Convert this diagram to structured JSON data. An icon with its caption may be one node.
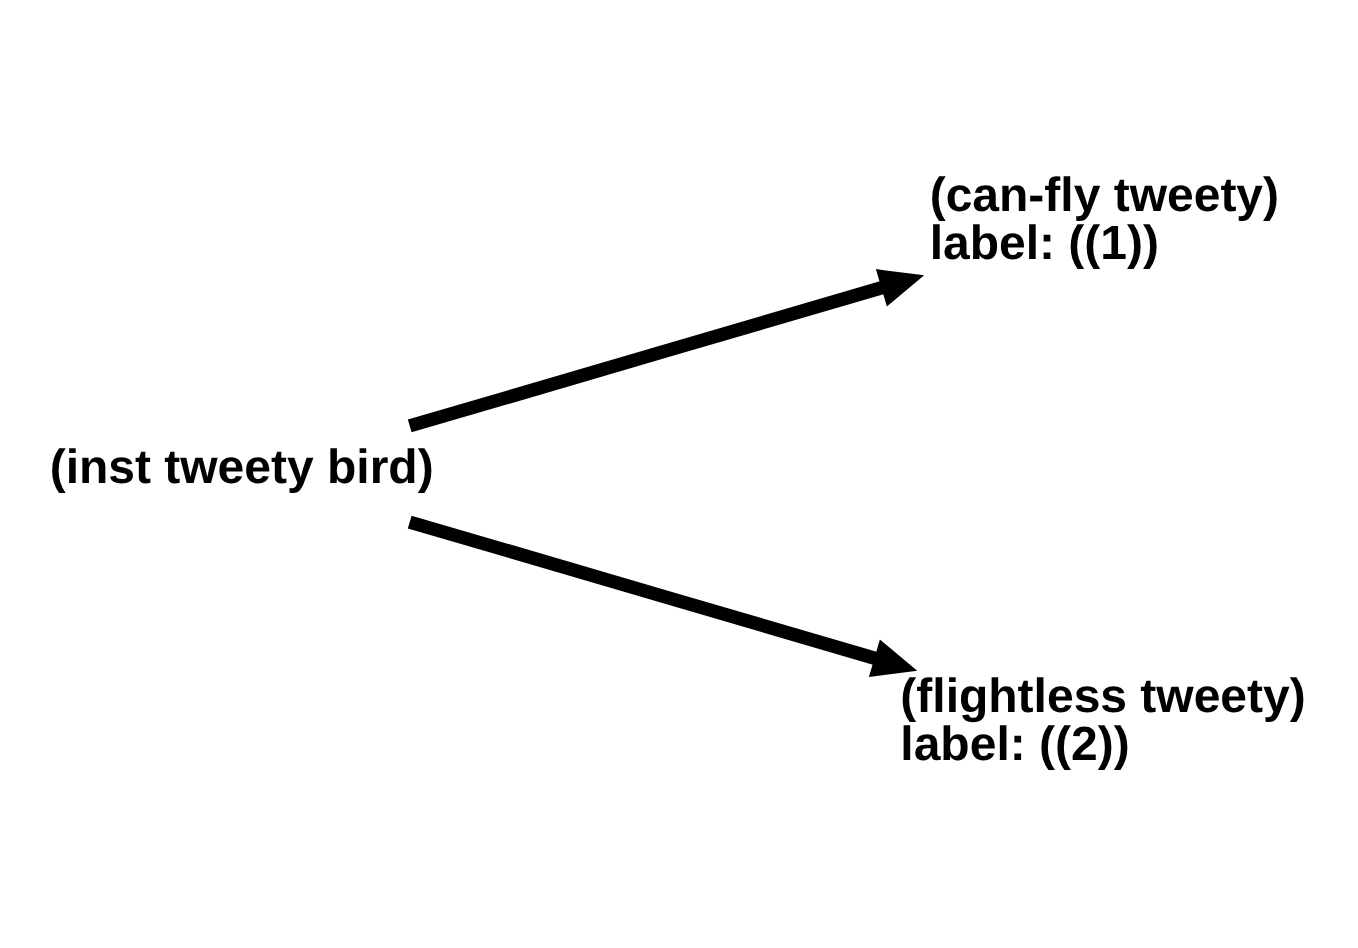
{
  "diagram": {
    "nodes": [
      {
        "text": [
          "(inst tweety bird)"
        ]
      },
      {
        "text": [
          "(can-fly tweety)",
          "label: ((1))"
        ]
      },
      {
        "text": [
          "(flightless tweety)",
          "label: ((2))"
        ]
      }
    ],
    "edges": [
      {
        "from": 0,
        "to": 1,
        "arrow": "to"
      },
      {
        "from": 0,
        "to": 2,
        "arrow": "to"
      }
    ]
  }
}
